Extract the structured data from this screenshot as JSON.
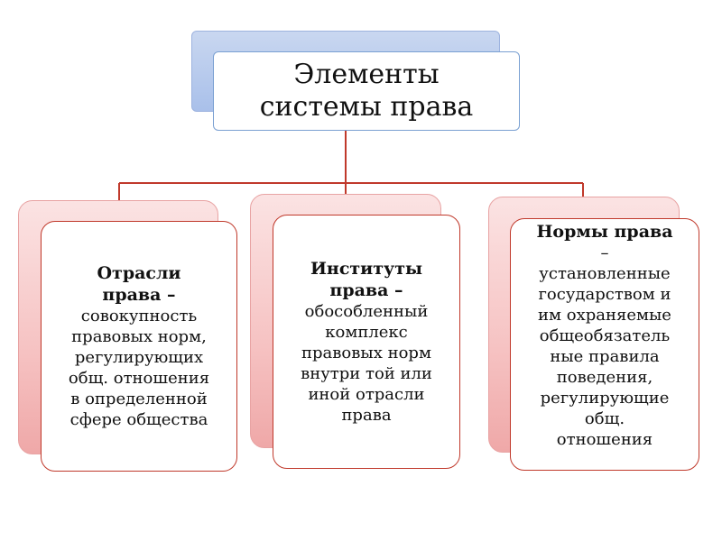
{
  "diagram": {
    "root": {
      "title": "Элементы\nсистемы права"
    },
    "children": [
      {
        "term": "Отрасли\nправа –",
        "definition": "совокупность\nправовых норм,\nрегулирующих\nобщ. отношения\nв определенной\nсфере общества"
      },
      {
        "term": "Институты\nправа –",
        "definition": "обособленный\nкомплекс\nправовых норм\nвнутри той или\nиной отрасли\nправа"
      },
      {
        "term": "Нормы права",
        "definition": "–\nустановленные\nгосударством и\nим охраняемые\nобщеобязатель\nные правила\nповедения,\nрегулирующие\nобщ.\nотношения"
      }
    ],
    "colors": {
      "connector": "#c0392b",
      "root_border": "#7aa0d2",
      "root_shadow": "#a9c0ea",
      "child_border": "#c0392b",
      "child_shadow": "#f6c2c2"
    }
  }
}
